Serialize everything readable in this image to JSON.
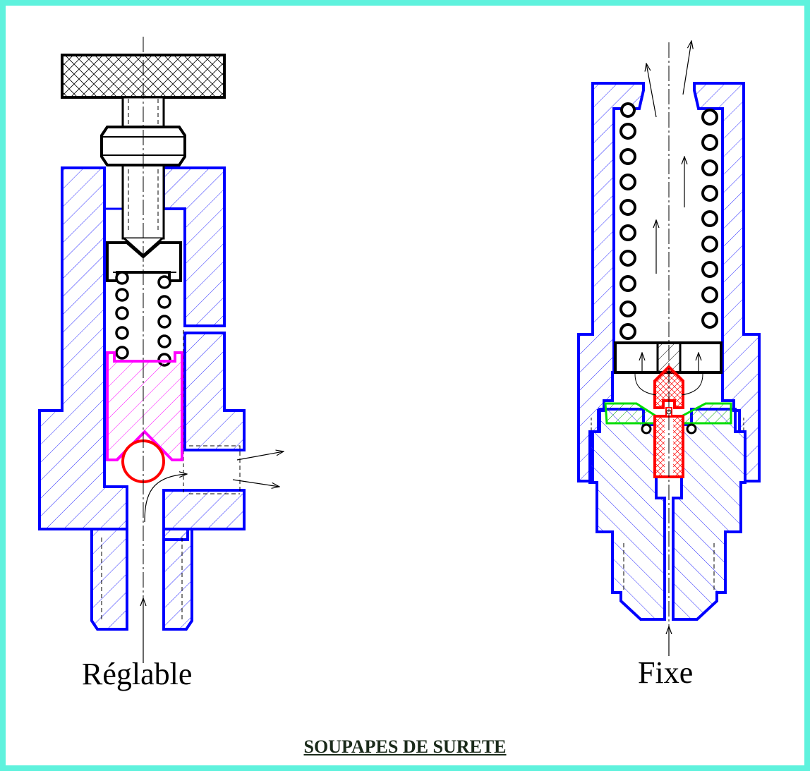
{
  "labels": {
    "left": "Réglable",
    "right": "Fixe",
    "caption": "SOUPAPES DE SURETE"
  },
  "colors": {
    "border": "#5ff2dd",
    "body_outline": "#0000ff",
    "hatch": "#2a2aff",
    "handle": "#000000",
    "piston": "#ff00ff",
    "ball": "#ff0000",
    "seal": "#00dd00",
    "needle": "#ff0000",
    "spring": "#000000"
  }
}
